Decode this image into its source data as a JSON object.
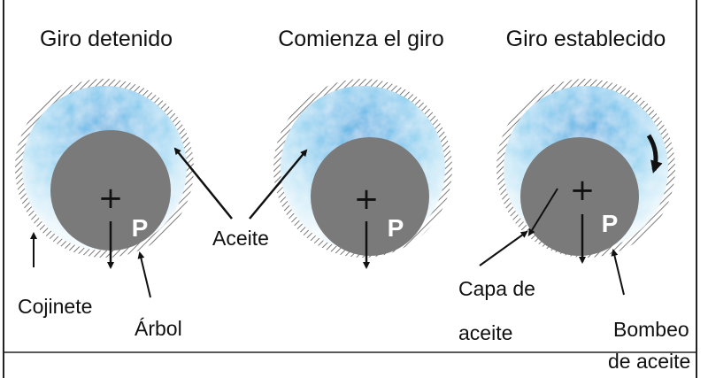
{
  "titles": {
    "stopped": "Giro detenido",
    "starting": "Comienza el giro",
    "established": "Giro establecido"
  },
  "labels": {
    "bearing": "Cojinete",
    "shaft": "Árbol",
    "oil": "Aceite",
    "oil_film_1": "Capa de",
    "oil_film_2": "aceite",
    "oil_pump_1": "Bombeo",
    "oil_pump_2": "de aceite"
  },
  "symbols": {
    "center": "+",
    "load": "P"
  },
  "colors": {
    "shaft": "#7a7a7a",
    "oil_dark": "#5fb8e8",
    "oil_light": "#e9f6fc",
    "hatch": "#555555",
    "frame": "#222222"
  }
}
